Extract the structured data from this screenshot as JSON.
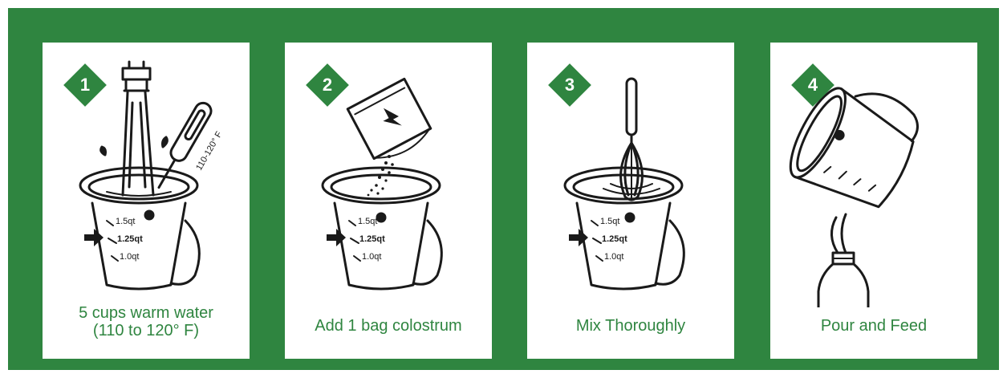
{
  "steps": [
    {
      "number": "1",
      "caption_line1": "5 cups warm water",
      "caption_line2": "(110 to 120° F)",
      "thermometer_label": "110-120° F",
      "marks": [
        "1.5qt",
        "1.25qt",
        "1.0qt"
      ]
    },
    {
      "number": "2",
      "caption_line1": "Add 1 bag colostrum",
      "marks": [
        "1.5qt",
        "1.25qt",
        "1.0qt"
      ]
    },
    {
      "number": "3",
      "caption_line1": "Mix Thoroughly",
      "marks": [
        "1.5qt",
        "1.25qt",
        "1.0qt"
      ]
    },
    {
      "number": "4",
      "caption_line1": "Pour and Feed"
    }
  ],
  "colors": {
    "brand_green": "#2f8540",
    "ink": "#1a1a1a"
  }
}
